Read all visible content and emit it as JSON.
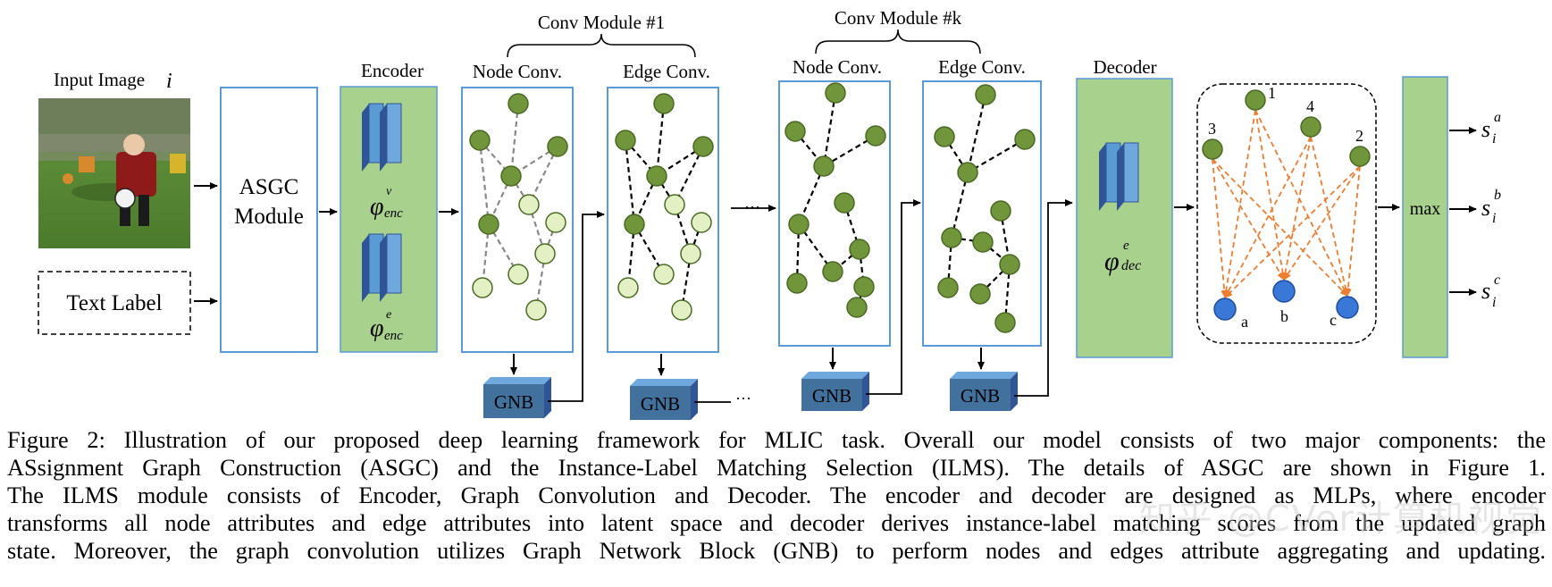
{
  "figure": {
    "input_image_label": "Input Image",
    "input_image_var": "i",
    "text_label": "Text Label",
    "asgc_line1": "ASGC",
    "asgc_line2": "Module",
    "encoder_title": "Encoder",
    "decoder_title": "Decoder",
    "enc_v_sym": "φ",
    "enc_v_sup": "v",
    "enc_v_sub": "enc",
    "enc_e_sym": "φ",
    "enc_e_sup": "e",
    "enc_e_sub": "enc",
    "dec_sym": "φ",
    "dec_sup": "e",
    "dec_sub": "dec",
    "conv_module_1": "Conv Module #1",
    "conv_module_k": "Conv Module #k",
    "node_conv": "Node Conv.",
    "edge_conv": "Edge Conv.",
    "gnb": "GNB",
    "max": "max",
    "graph_top_labels": [
      "3",
      "1",
      "4",
      "2"
    ],
    "graph_bottom_labels": [
      "a",
      "b",
      "c"
    ],
    "outputs": [
      {
        "sym": "s",
        "sub": "i",
        "sup": "a"
      },
      {
        "sym": "s",
        "sub": "i",
        "sup": "b"
      },
      {
        "sym": "s",
        "sub": "i",
        "sup": "c"
      }
    ],
    "colors": {
      "green_fill": "#a9d18e",
      "node_dark": "#70953a",
      "node_light": "#e2f0c4",
      "blue_node": "#3a78d8",
      "gnb_blue": "#41719c",
      "box_border": "#5b9bd5",
      "orange_edge": "#ed7d31"
    }
  },
  "caption": {
    "lines": [
      "Figure 2: Illustration of our proposed deep learning framework for MLIC task. Overall our model consists of two major components: the",
      "ASsignment Graph Construction (ASGC) and the Instance-Label Matching Selection (ILMS). The details of ASGC are shown in Figure 1.",
      "The ILMS module consists of Encoder, Graph Convolution and Decoder. The encoder and decoder are designed as MLPs, where encoder",
      "transforms all node attributes and edge attributes into latent space and decoder derives instance-label matching scores from the updated graph",
      "state. Moreover, the graph convolution utilizes Graph Network Block (GNB) to perform nodes and edges attribute aggregating and updating."
    ]
  },
  "watermark": "知乎 @CVer计算机视觉"
}
